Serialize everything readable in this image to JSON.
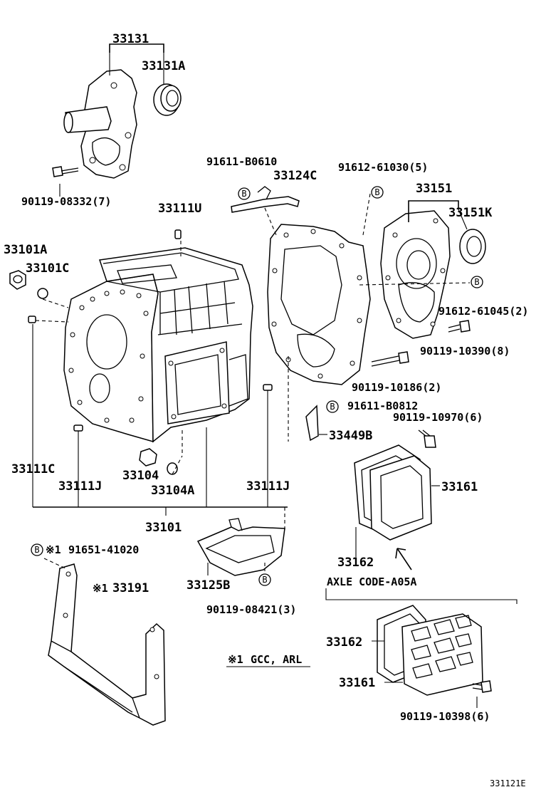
{
  "labels": {
    "p33131": "33131",
    "p33131A": "33131A",
    "p90119_08332": "90119-08332(7)",
    "p91611_B0610": "91611-B0610",
    "p33124C": "33124C",
    "p91612_61030": "91612-61030(5)",
    "p33151": "33151",
    "p33151K": "33151K",
    "p33111U": "33111U",
    "p33101A": "33101A",
    "p33101C": "33101C",
    "p91612_61045": "91612-61045(2)",
    "p90119_10390": "90119-10390(8)",
    "p90119_10186": "90119-10186(2)",
    "p91611_B0812": "91611-B0812",
    "p90119_10970": "90119-10970(6)",
    "p33449B": "33449B",
    "p33161_a": "33161",
    "p33111C": "33111C",
    "p33111J_a": "33111J",
    "p33104": "33104",
    "p33104A": "33104A",
    "p33111J_b": "33111J",
    "p33101": "33101",
    "p33162_a": "33162",
    "p91651_41020": "91651-41020",
    "p33125B": "33125B",
    "p90119_08421": "90119-08421(3)",
    "p33191": "33191",
    "axle_code": "AXLE CODE-A05A",
    "p33162_b": "33162",
    "note": "GCC, ARL",
    "p33161_b": "33161",
    "p90119_10398": "90119-10398(6)",
    "diagram_code": "331121E"
  },
  "markers": {
    "bolt_group": "B",
    "note_symbol": "※1"
  }
}
